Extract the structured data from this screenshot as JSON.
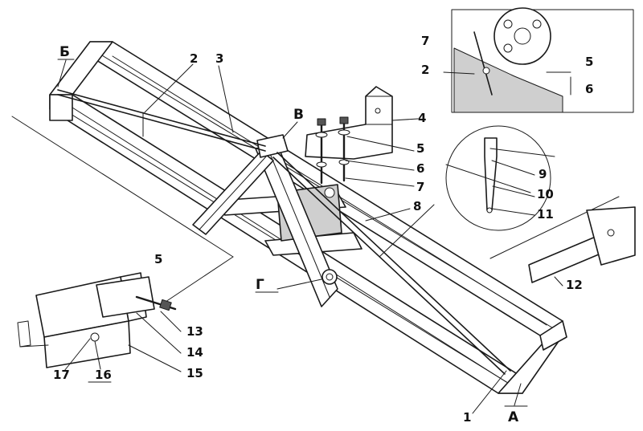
{
  "letters": {
    "A": "А",
    "B": "Б",
    "V": "В",
    "G": "Г"
  },
  "numbers": {
    "n1": "1",
    "n2a": "2",
    "n2b": "2",
    "n3": "3",
    "n4": "4",
    "n5a": "5",
    "n5b": "5",
    "n5c": "5",
    "n6a": "6",
    "n6b": "6",
    "n7a": "7",
    "n7b": "7",
    "n8": "8",
    "n9": "9",
    "n10": "10",
    "n11": "11",
    "n12": "12",
    "n13": "13",
    "n14": "14",
    "n15": "15",
    "n16": "16",
    "n17": "17"
  }
}
